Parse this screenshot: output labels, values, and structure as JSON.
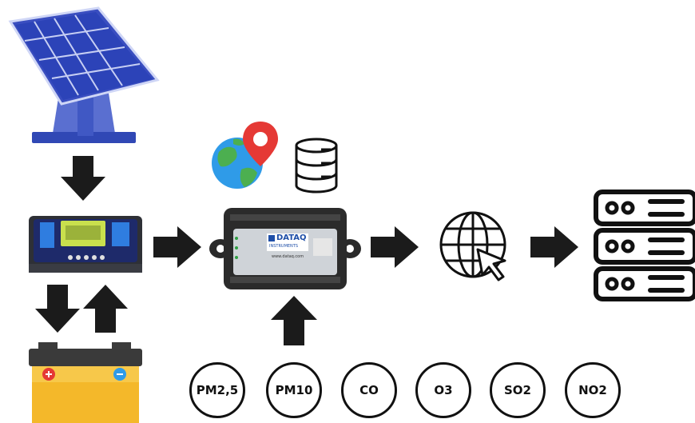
{
  "sensors": [
    "PM2,5",
    "PM10",
    "CO",
    "O3",
    "SO2",
    "NO2"
  ],
  "logger": {
    "brand": "DATAQ",
    "subbrand": "INSTRUMENTS",
    "url": "www.dataq.com"
  },
  "colors": {
    "arrow": "#1b1b1b",
    "solar_blue": "#2c43b8",
    "battery_yellow": "#f4b82a",
    "globe_green": "#4caf50",
    "globe_blue": "#2f9be8",
    "pin_red": "#e53935"
  },
  "icons": [
    "solar-panel-icon",
    "charge-controller-icon",
    "battery-icon",
    "globe-location-icon",
    "database-icon",
    "data-logger-icon",
    "internet-globe-icon",
    "server-rack-icon"
  ]
}
